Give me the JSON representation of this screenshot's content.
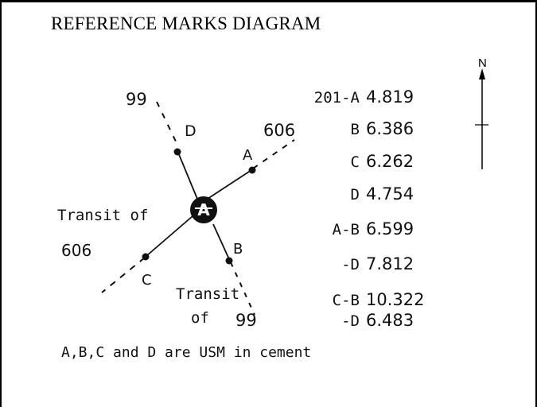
{
  "title": "REFERENCE MARKS DIAGRAM",
  "north_label": "N",
  "diagram": {
    "label_99_top": "99",
    "label_606_right": "606",
    "label_606_left": "606",
    "point_a": "A",
    "point_b": "B",
    "point_c": "C",
    "point_d": "D",
    "transit_left": "Transit of",
    "transit_bottom_line1": "Transit",
    "transit_bottom_line2_of": "of",
    "transit_bottom_line2_num": "99",
    "station_symbol": "A"
  },
  "measurements": [
    {
      "label": "201-A",
      "value": "4.819"
    },
    {
      "label": "B",
      "value": "6.386"
    },
    {
      "label": "C",
      "value": "6.262"
    },
    {
      "label": "D",
      "value": "4.754"
    },
    {
      "label": "A-B",
      "value": "6.599"
    },
    {
      "label": "-D",
      "value": "7.812"
    },
    {
      "label": "C-B",
      "value": "10.322"
    },
    {
      "label": "-D",
      "value": "6.483"
    }
  ],
  "footnote": "A,B,C and D are USM in cement",
  "colors": {
    "ink": "#111111",
    "background": "#ffffff"
  }
}
